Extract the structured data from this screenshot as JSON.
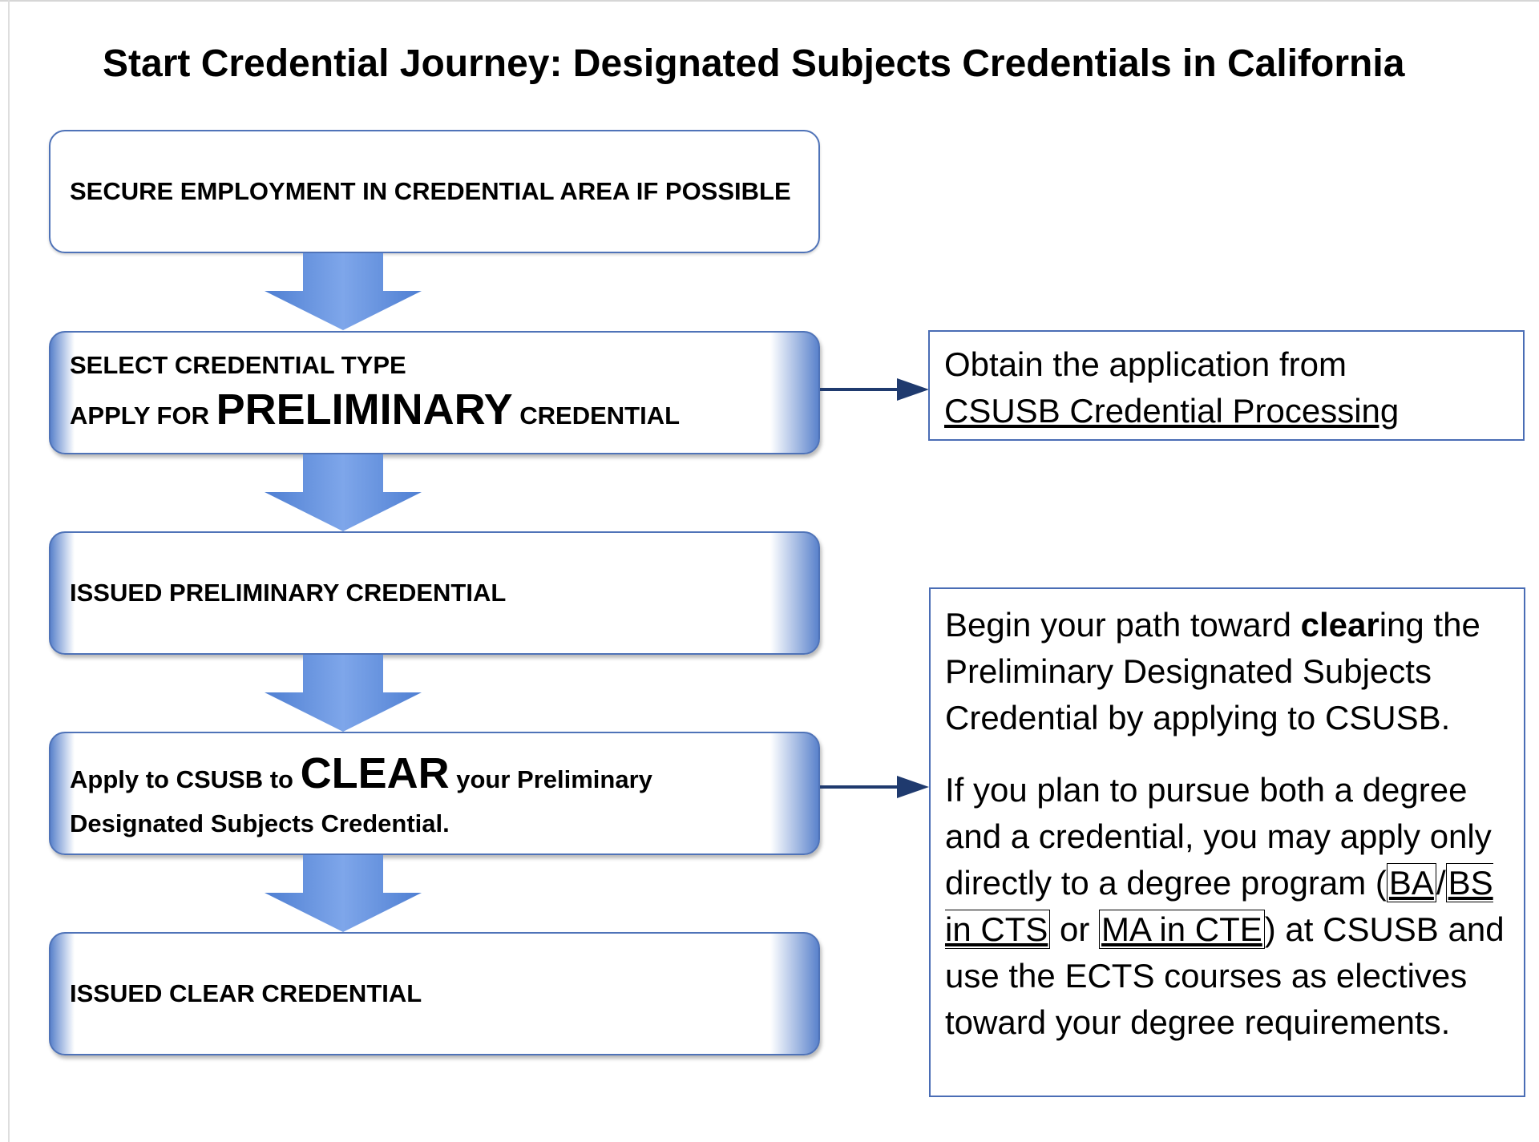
{
  "title": "Start Credential Journey: Designated Subjects Credentials in California",
  "steps": [
    {
      "lines": [
        "SECURE EMPLOYMENT IN CREDENTIAL AREA IF POSSIBLE"
      ]
    },
    {
      "line1": "SELECT CREDENTIAL TYPE",
      "pre": "APPLY FOR ",
      "big": "PRELIMINARY",
      "post": " CREDENTIAL"
    },
    {
      "lines": [
        "ISSUED PRELIMINARY CREDENTIAL"
      ]
    },
    {
      "pre": "Apply to CSUSB to ",
      "big": "CLEAR",
      "post": " your Preliminary",
      "line2": "Designated Subjects Credential."
    },
    {
      "lines": [
        "ISSUED CLEAR CREDENTIAL"
      ]
    }
  ],
  "info_top": {
    "line1": "Obtain the application from",
    "link": "CSUSB Credential Processing"
  },
  "info_bottom": {
    "p1_a": "Begin your path toward ",
    "p1_bold": "clear",
    "p1_b": "ing the Preliminary Designated Subjects Credential by applying to CSUSB.",
    "p2_a": "If you plan to pursue both a degree and a credential, you may apply only directly to a degree program (",
    "link_ba": "BA",
    "slash": "/",
    "link_bs": "BS in CTS",
    "or": " or ",
    "link_ma": "MA in CTE",
    "p2_b": ") at CSUSB and use the ECTS courses as electives toward your degree requirements."
  },
  "colors": {
    "box_border": "#4f73b8",
    "arrow_fill": "#5d8ad8",
    "connector": "#1f3a6e"
  }
}
